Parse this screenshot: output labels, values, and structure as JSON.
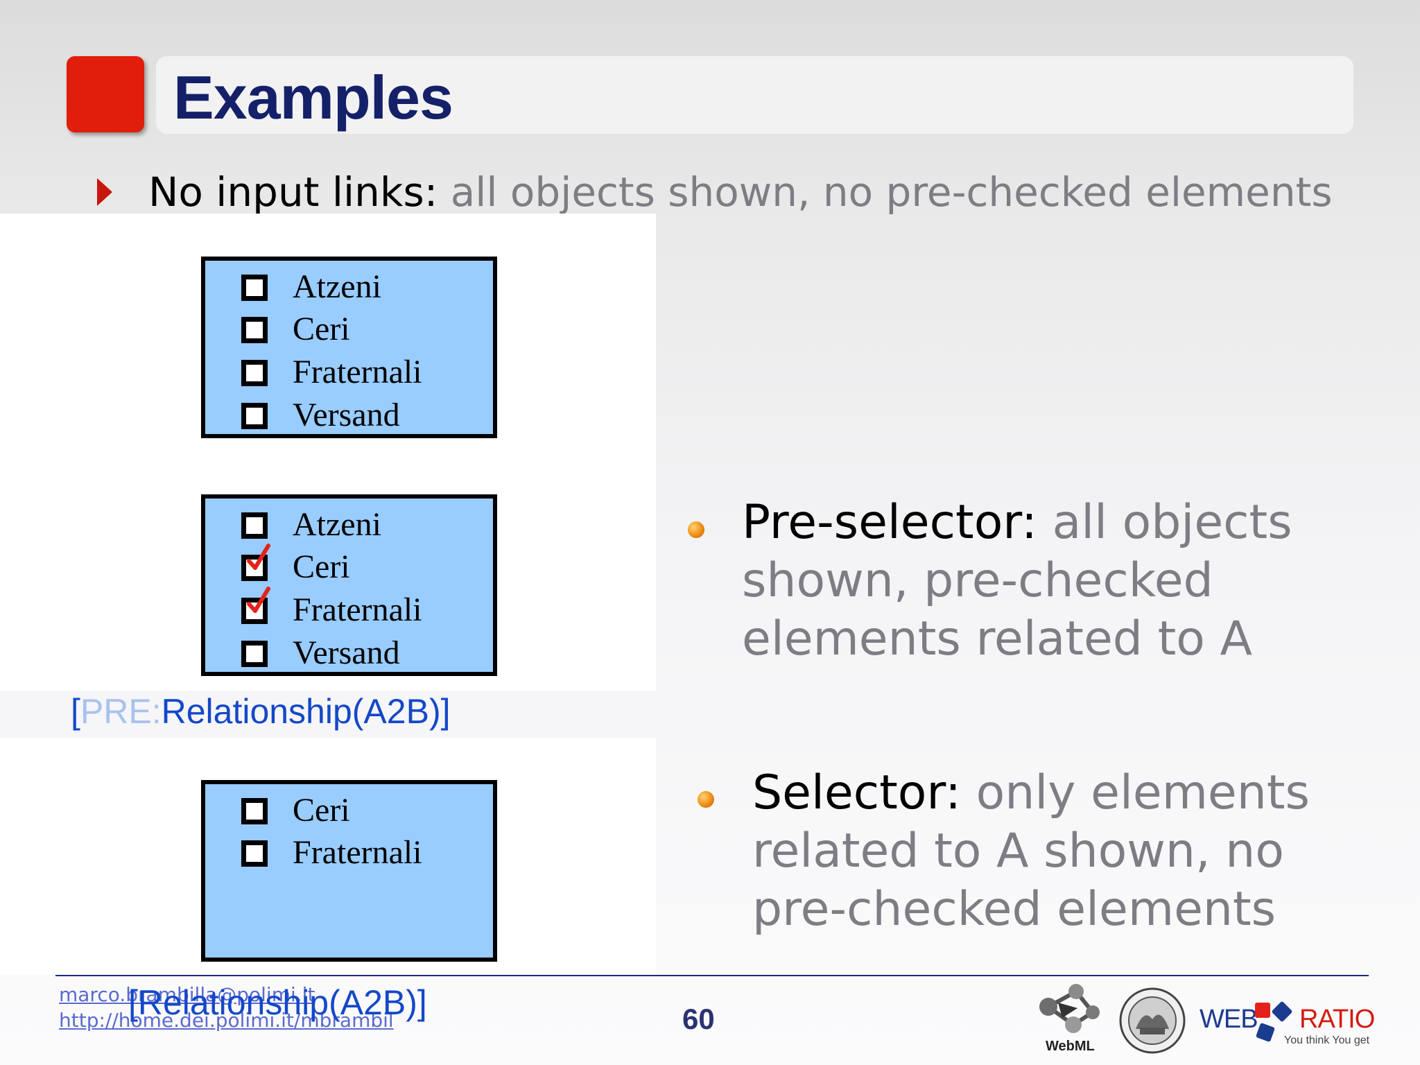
{
  "slide": {
    "title": "Examples",
    "bullet1_lead": "No input links:",
    "bullet1_rest": " all objects shown, no pre-checked elements",
    "box1_items": [
      "Atzeni",
      "Ceri",
      "Fraternali",
      "Versand"
    ],
    "box2_items": [
      "Atzeni",
      "Ceri",
      "Fraternali",
      "Versand"
    ],
    "box2_checked": [
      false,
      true,
      true,
      false
    ],
    "box3_items": [
      "Ceri",
      "Fraternali"
    ],
    "pre_label_bracket_open": "[",
    "pre_label_prefix": "PRE:",
    "pre_label_main": "Relationship(A2B)]",
    "selector_label": "[Relationship(A2B)]",
    "bullet2_lead": "Pre-selector:",
    "bullet2_rest": " all objects shown, pre-checked elements related to A",
    "bullet3_lead": "Selector:",
    "bullet3_rest": " only elements related to A shown, no pre-checked elements"
  },
  "footer": {
    "email": "marco.brambilla@polimi.it",
    "url": "http://home.dei.polimi.it/mbrambil",
    "page_number": "60",
    "logo_webml": "WebML",
    "logo_web": "WEB",
    "logo_ratio": "RATIO",
    "logo_tagline": "You think You get"
  },
  "colors": {
    "accent_red": "#e01e0b",
    "title_navy": "#142169",
    "box_fill": "#99ccff",
    "link_blue": "#1448c8"
  },
  "icons": [
    "triangle-bullet-icon",
    "checkbox-icon",
    "red-checkmark-icon",
    "orange-orb-bullet-icon",
    "webml-logo-icon",
    "polimi-seal-icon",
    "webratio-logo-icon"
  ]
}
